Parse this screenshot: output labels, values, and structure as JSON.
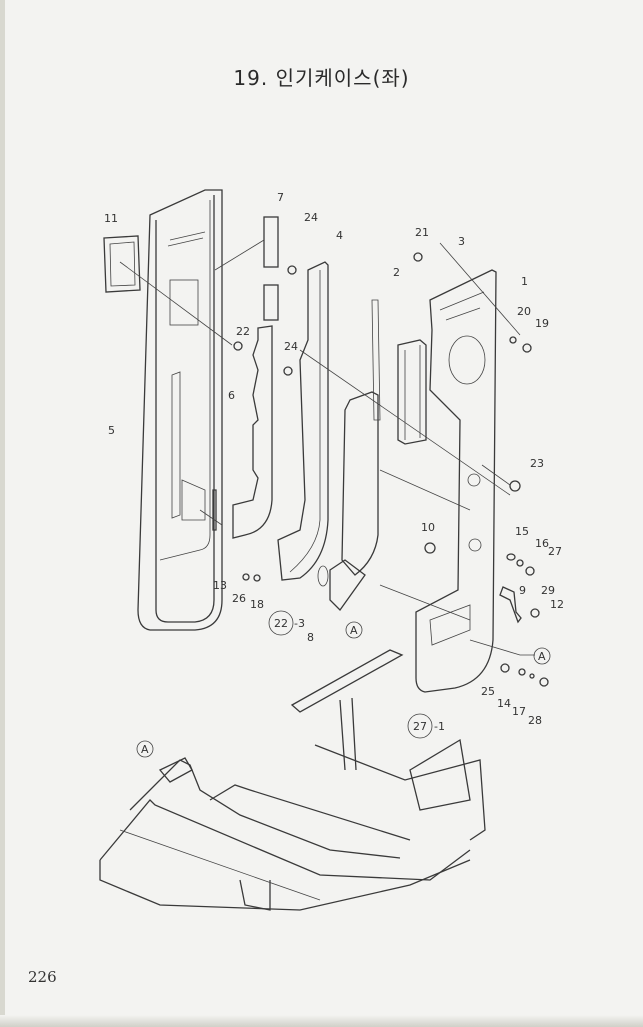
{
  "title": "19. 인기케이스(좌)",
  "page_number": "226",
  "callouts": {
    "c11": "11",
    "c7": "7",
    "c24a": "24",
    "c4": "4",
    "c21": "21",
    "c3": "3",
    "c2": "2",
    "c1": "1",
    "c20": "20",
    "c19": "19",
    "c22": "22",
    "c24b": "24",
    "c6": "6",
    "c5": "5",
    "c23": "23",
    "c15": "15",
    "c16": "16",
    "c27": "27",
    "c10": "10",
    "c13": "13",
    "c26": "26",
    "c18": "18",
    "c22_3_circle": "22",
    "c22_3_suffix": "-3",
    "c8": "8",
    "cA1": "A",
    "c9": "9",
    "c29": "29",
    "c12": "12",
    "cA2": "A",
    "c25": "25",
    "c14": "14",
    "c17": "17",
    "c28": "28",
    "c27_1_circle": "27",
    "c27_1_suffix": "-1",
    "cA3": "A"
  }
}
